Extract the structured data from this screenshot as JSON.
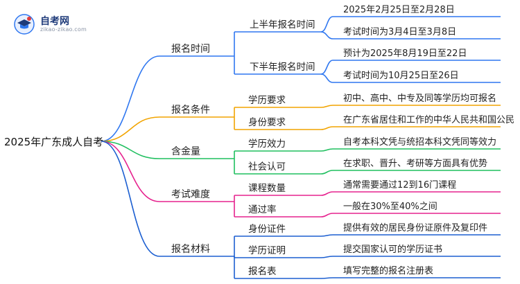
{
  "logo": {
    "name": "自考网",
    "url": "zikao-zikao.com"
  },
  "root": "2025年广东成人自考",
  "colors": {
    "blue": "#2f77f0",
    "orange": "#f2a400",
    "green": "#1fbf5f",
    "magenta": "#e6228e",
    "navy": "#1c5fd1"
  },
  "branches": [
    {
      "label": "报名时间",
      "color": "blue",
      "children": [
        {
          "label": "上半年报名时间",
          "children": [
            "2025年2月25日至2月28日",
            "考试时间为3月4日至3月8日"
          ]
        },
        {
          "label": "下半年报名时间",
          "children": [
            "预计为2025年8月19日至22日",
            "考试时间为10月25日至26日"
          ]
        }
      ]
    },
    {
      "label": "报名条件",
      "color": "orange",
      "children": [
        {
          "label": "学历要求",
          "children": [
            "初中、高中、中专及同等学历均可报名"
          ]
        },
        {
          "label": "身份要求",
          "children": [
            "在广东省居住和工作的中华人民共和国公民"
          ]
        }
      ]
    },
    {
      "label": "含金量",
      "color": "green",
      "children": [
        {
          "label": "学历效力",
          "children": [
            "自考本科文凭与统招本科文凭同等效力"
          ]
        },
        {
          "label": "社会认可",
          "children": [
            "在求职、晋升、考研等方面具有优势"
          ]
        }
      ]
    },
    {
      "label": "考试难度",
      "color": "magenta",
      "children": [
        {
          "label": "课程数量",
          "children": [
            "通常需要通过12到16门课程"
          ]
        },
        {
          "label": "通过率",
          "children": [
            "一般在30%至40%之间"
          ]
        }
      ]
    },
    {
      "label": "报名材料",
      "color": "navy",
      "children": [
        {
          "label": "身份证件",
          "children": [
            "提供有效的居民身份证原件及复印件"
          ]
        },
        {
          "label": "学历证明",
          "children": [
            "提交国家认可的学历证书"
          ]
        },
        {
          "label": "报名表",
          "children": [
            "填写完整的报名注册表"
          ]
        }
      ]
    }
  ]
}
